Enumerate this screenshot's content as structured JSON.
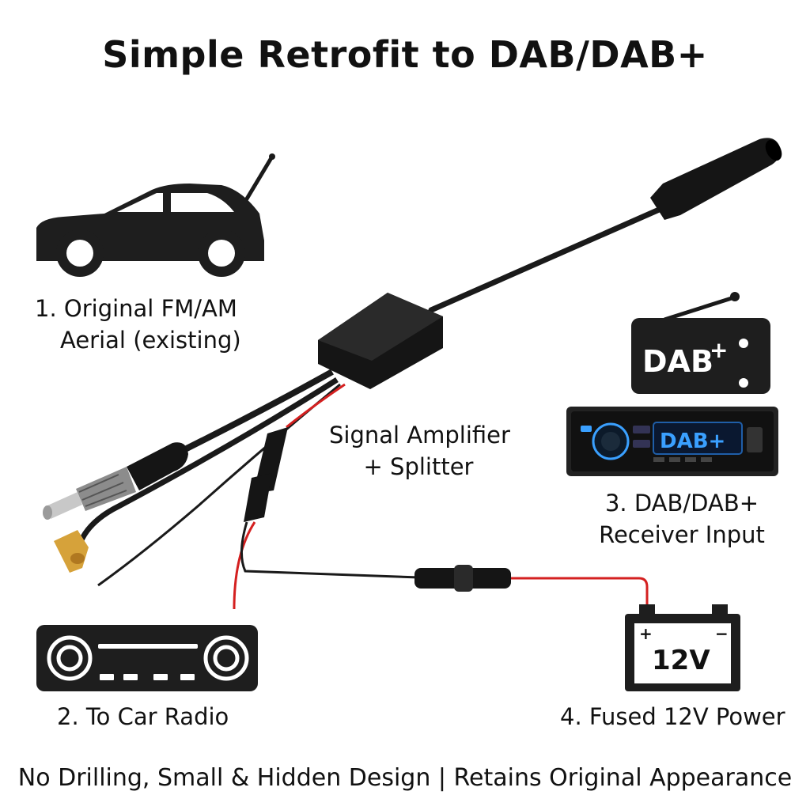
{
  "title": "Simple Retrofit to DAB/DAB+",
  "labels": {
    "aerial": [
      "1. Original FM/AM",
      "Aerial (existing)"
    ],
    "amplifier": [
      "Signal Amplifier",
      "+ Splitter"
    ],
    "receiver": [
      "3. DAB/DAB+",
      "Receiver Input"
    ],
    "car_radio": "2. To Car Radio",
    "power": "4. Fused 12V Power"
  },
  "icons": {
    "dab_logo_text": "DAB",
    "dab_logo_plus": "+",
    "receiver_display_text": "DAB+",
    "battery_voltage": "12V",
    "battery_plus": "+",
    "battery_minus": "−"
  },
  "footer": "No Drilling, Small & Hidden Design | Retains Original Appearance",
  "colors": {
    "ink": "#111111",
    "wire_red": "#d42020",
    "connector_gold": "#d6a23a",
    "receiver_blue": "#3aa0ff"
  }
}
